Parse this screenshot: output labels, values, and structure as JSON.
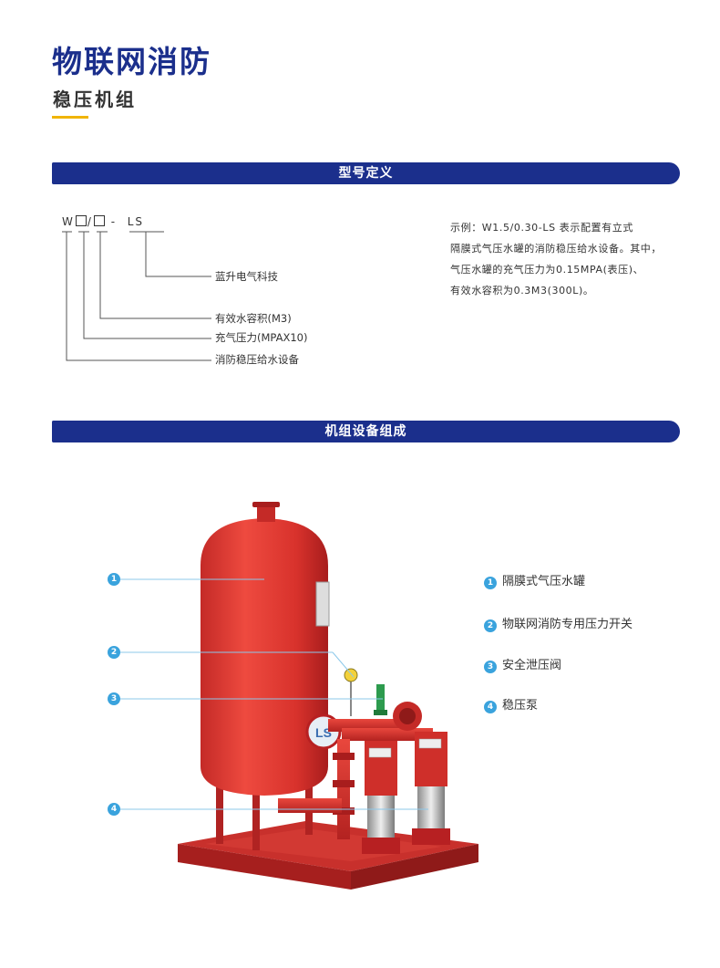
{
  "header": {
    "title": "物联网消防",
    "subtitle": "稳压机组"
  },
  "colors": {
    "brand_blue": "#1b2f8c",
    "accent_yellow": "#f0b400",
    "callout_blue": "#3aa3dd",
    "tank_red": "#e0352f",
    "tank_dark_red": "#b72022"
  },
  "sections": {
    "model_definition": "型号定义",
    "composition": "机组设备组成"
  },
  "model": {
    "prefix": "W",
    "separator": "/",
    "dash": "-",
    "suffix": "LS",
    "definitions": {
      "brand": "蓝升电气科技",
      "volume": "有效水容积(M3)",
      "pressure": "充气压力(MPAX10)",
      "equipment": "消防稳压给水设备"
    }
  },
  "example": {
    "lines": [
      "示例：W1.5/0.30-LS  表示配置有立式",
      "隔膜式气压水罐的消防稳压给水设备。其中，",
      "气压水罐的充气压力为0.15MPA(表压)、",
      "有效水容积为0.3M3(300L)。"
    ]
  },
  "components": [
    {
      "num": "1",
      "label": "隔膜式气压水罐"
    },
    {
      "num": "2",
      "label": "物联网消防专用压力开关"
    },
    {
      "num": "3",
      "label": "安全泄压阀"
    },
    {
      "num": "4",
      "label": "稳压泵"
    }
  ]
}
